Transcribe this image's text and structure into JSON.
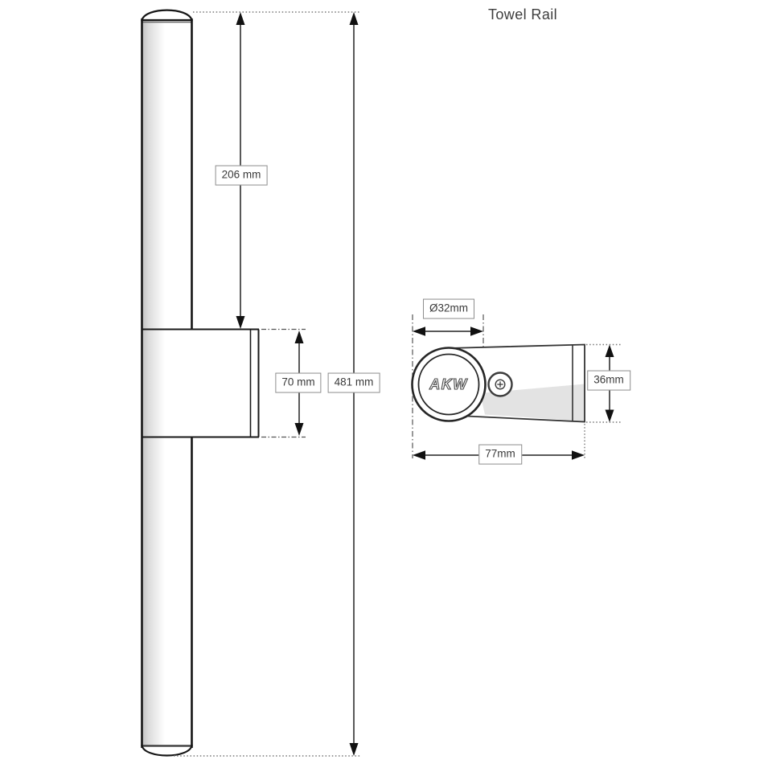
{
  "title": "Towel Rail",
  "front_view": {
    "dimensions": {
      "upper_section_height": "206 mm",
      "overall_height": "481 mm",
      "bracket_height": "70 mm"
    }
  },
  "side_view": {
    "logo": "AKW",
    "dimensions": {
      "rail_diameter": "Ø32mm",
      "bracket_depth": "36mm",
      "bracket_projection": "77mm"
    }
  },
  "colors": {
    "line": "#1a1a1a",
    "dimension_line": "#222222",
    "guide_dotted": "#777777",
    "label_border": "#8d8d8d",
    "label_text": "#3a3a3a",
    "title_text": "#3d3d3d",
    "cylinder_shade": "#c9c9c9",
    "bracket_shade": "#e3e3e3"
  }
}
